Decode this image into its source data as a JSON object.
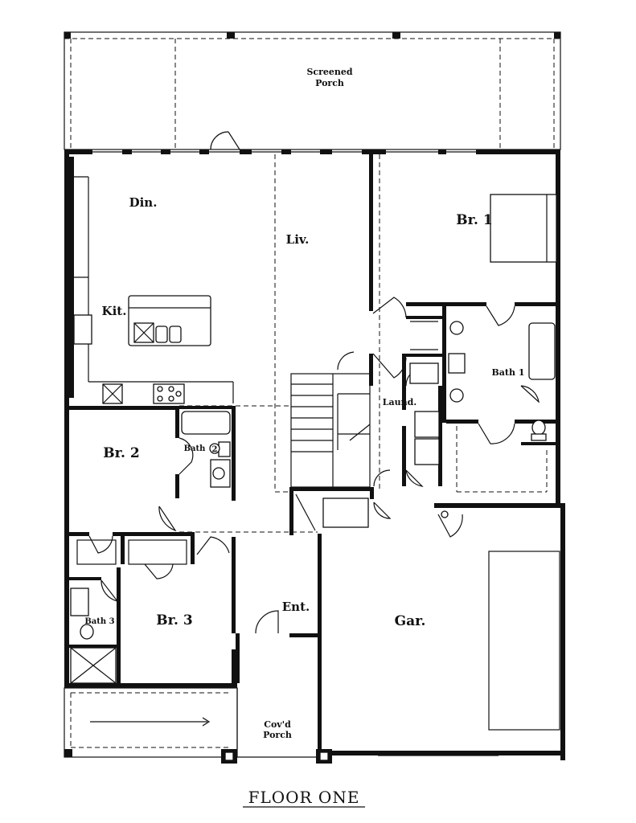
{
  "plan": {
    "title": "FLOOR ONE",
    "rooms": {
      "screened_porch_line1": "Screened",
      "screened_porch_line2": "Porch",
      "dining": "Din.",
      "living": "Liv.",
      "primary_bedroom": "Br. 1",
      "kitchen": "Kit.",
      "bath1": "Bath 1",
      "laundry": "Laund.",
      "bedroom2": "Br. 2",
      "bath2": "Bath",
      "bath2_number": "2",
      "bedroom3": "Br. 3",
      "bath3": "Bath 3",
      "entry": "Ent.",
      "garage": "Gar.",
      "covered_porch_line1": "Cov'd",
      "covered_porch_line2": "Porch"
    }
  }
}
